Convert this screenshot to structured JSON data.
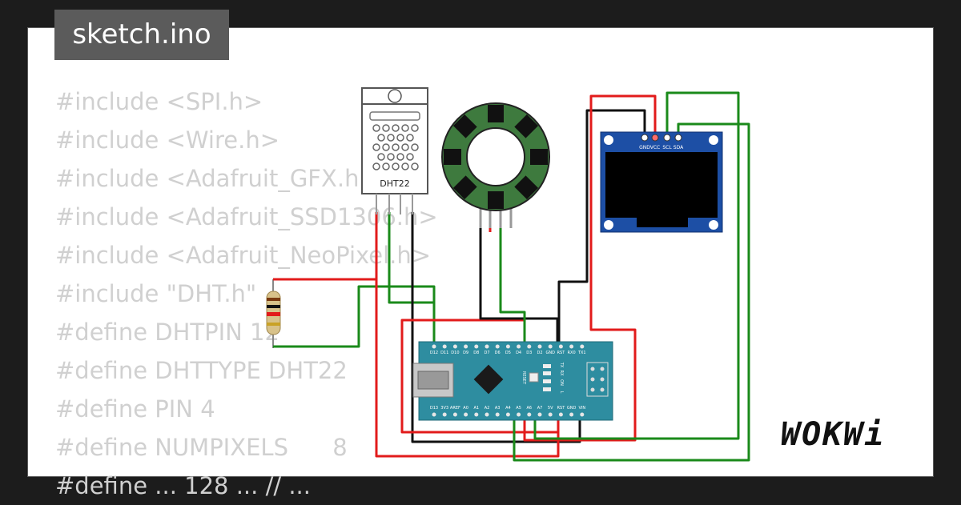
{
  "tab": {
    "filename": "sketch.ino"
  },
  "code_lines": [
    "#include <SPI.h>",
    "#include <Wire.h>",
    "#include <Adafruit_GFX.h>",
    "#include <Adafruit_SSD1306.h>",
    "#include <Adafruit_NeoPixel.h>",
    "#include \"DHT.h\"",
    "#define DHTPIN 12",
    "#define DHTTYPE DHT22",
    "#define PIN 4",
    "#define NUMPIXELS      8",
    "#define ... 128 ... // ..."
  ],
  "dht": {
    "label": "DHT22"
  },
  "oled": {
    "pins": [
      "GND",
      "VCC",
      "SCL",
      "SDA"
    ]
  },
  "nano": {
    "top_pins": [
      "D12",
      "D11",
      "D10",
      "D9",
      "D8",
      "D7",
      "D6",
      "D5",
      "D4",
      "D3",
      "D2",
      "GND",
      "RST",
      "RX0",
      "TX1"
    ],
    "bottom_pins": [
      "D13",
      "3V3",
      "AREF",
      "A0",
      "A1",
      "A2",
      "A3",
      "A4",
      "A5",
      "A6",
      "A7",
      "5V",
      "RST",
      "GND",
      "VIN"
    ],
    "reset_label": "RESET",
    "led_labels": [
      "TX",
      "RX",
      "ON",
      "L"
    ]
  },
  "brand": {
    "logo": "WOKWi"
  },
  "colors": {
    "background": "#1c1c1c",
    "wire_red": "#e21b1b",
    "wire_green": "#1a8a1a",
    "wire_black": "#111111",
    "nano_board": "#2e8da0",
    "oled_board": "#1d4fa5",
    "ring": "#3e7a3e",
    "dht_body": "#ffffff"
  }
}
